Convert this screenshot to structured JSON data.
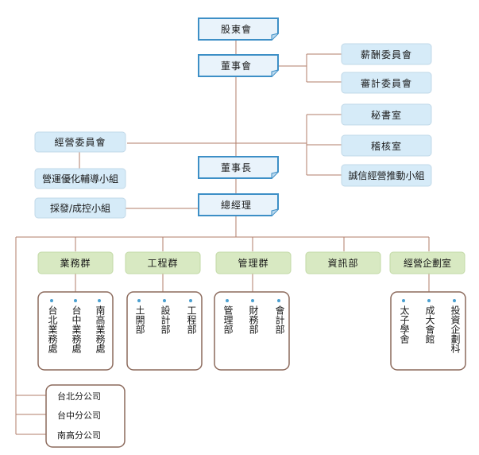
{
  "colors": {
    "line": "#b07d6a",
    "exec_box_fill": "#e9f3fb",
    "exec_box_border": "#3d8fc6",
    "side_box_fill": "#d6ebf8",
    "dept_box_fill": "#d8e9c2",
    "group_border": "#8c6a5c"
  },
  "top": {
    "shareholders": "股東會",
    "board": "董事會",
    "chairman": "董事長",
    "gm": "總經理"
  },
  "committees": {
    "compensation": "薪酬委員會",
    "audit": "審計委員會",
    "secretary": "秘書室",
    "internal_audit": "稽核室",
    "integrity": "誠信經營推動小組"
  },
  "left_units": {
    "operations_committee": "經營委員會",
    "optimization_group": "營運優化輔導小組",
    "procurement_group": "採發/成控小組"
  },
  "departments": [
    {
      "name": "業務群",
      "subs": [
        "台北業務處",
        "台中業務處",
        "南高業務處"
      ]
    },
    {
      "name": "工程群",
      "subs": [
        "土開部",
        "設計部",
        "工程部"
      ]
    },
    {
      "name": "管理群",
      "subs": [
        "管理部",
        "財務部",
        "會計部"
      ]
    },
    {
      "name": "資訊部",
      "subs": []
    },
    {
      "name": "經營企劃室",
      "subs": [
        "太子學舍",
        "成大會館",
        "投資企劃科"
      ]
    }
  ],
  "branches": [
    "台北分公司",
    "台中分公司",
    "南高分公司"
  ]
}
